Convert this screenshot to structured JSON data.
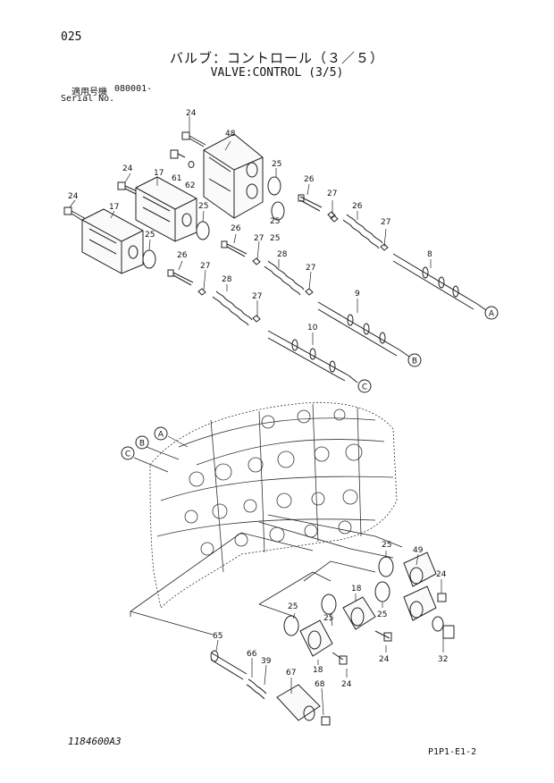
{
  "header": {
    "page_number": "025",
    "title_jp": "バルブ：コントロール（３／５）",
    "title_en": "VALVE:CONTROL (3/5)",
    "serial_label_jp": "適用号機",
    "serial_value": "080001-",
    "serial_label_en": "Serial No."
  },
  "footer": {
    "drawing_id": "1184600A3",
    "page_code": "P1P1-E1-2"
  },
  "callouts": {
    "a": "A",
    "b": "B",
    "c": "C"
  },
  "part_labels": [
    "24",
    "48",
    "61",
    "62",
    "24",
    "17",
    "25",
    "25",
    "24",
    "17",
    "25",
    "26",
    "27",
    "26",
    "27",
    "25",
    "25",
    "26",
    "27",
    "28",
    "27",
    "8",
    "26",
    "27",
    "28",
    "27",
    "9",
    "10",
    "25",
    "49",
    "24",
    "18",
    "25",
    "25",
    "25",
    "65",
    "66",
    "39",
    "67",
    "68",
    "18",
    "24",
    "24",
    "32"
  ]
}
